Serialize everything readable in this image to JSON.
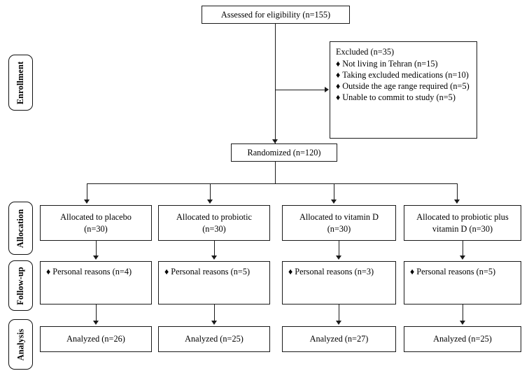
{
  "diagram": {
    "title": "CONSORT participant flow diagram",
    "bullet_glyph": "♦",
    "line_color": "#1a1a1a"
  },
  "stages": [
    {
      "label": "Enrollment"
    },
    {
      "label": "Allocation"
    },
    {
      "label": "Follow-up"
    },
    {
      "label": "Analysis"
    }
  ],
  "enrollment": {
    "assessed": "Assessed for eligibility (n=155)",
    "randomized": "Randomized (n=120)",
    "excluded": {
      "title": "Excluded (n=35)",
      "reasons": [
        "Not living in Tehran (n=15)",
        "Taking excluded medications (n=10)",
        "Outside the age range required (n=5)",
        "Unable to commit to study (n=5)"
      ]
    }
  },
  "arms": [
    {
      "allocation_line1": "Allocated to placebo",
      "allocation_line2": "(n=30)",
      "followup": "Personal reasons (n=4)",
      "analysis": "Analyzed (n=26)"
    },
    {
      "allocation_line1": "Allocated to probiotic",
      "allocation_line2": "(n=30)",
      "followup": "Personal reasons (n=5)",
      "analysis": "Analyzed (n=25)"
    },
    {
      "allocation_line1": "Allocated to vitamin D",
      "allocation_line2": "(n=30)",
      "followup": "Personal reasons (n=3)",
      "analysis": "Analyzed (n=27)"
    },
    {
      "allocation_line1": "Allocated to probiotic plus",
      "allocation_line2": "vitamin D (n=30)",
      "followup": "Personal reasons (n=5)",
      "analysis": "Analyzed (n=25)"
    }
  ]
}
